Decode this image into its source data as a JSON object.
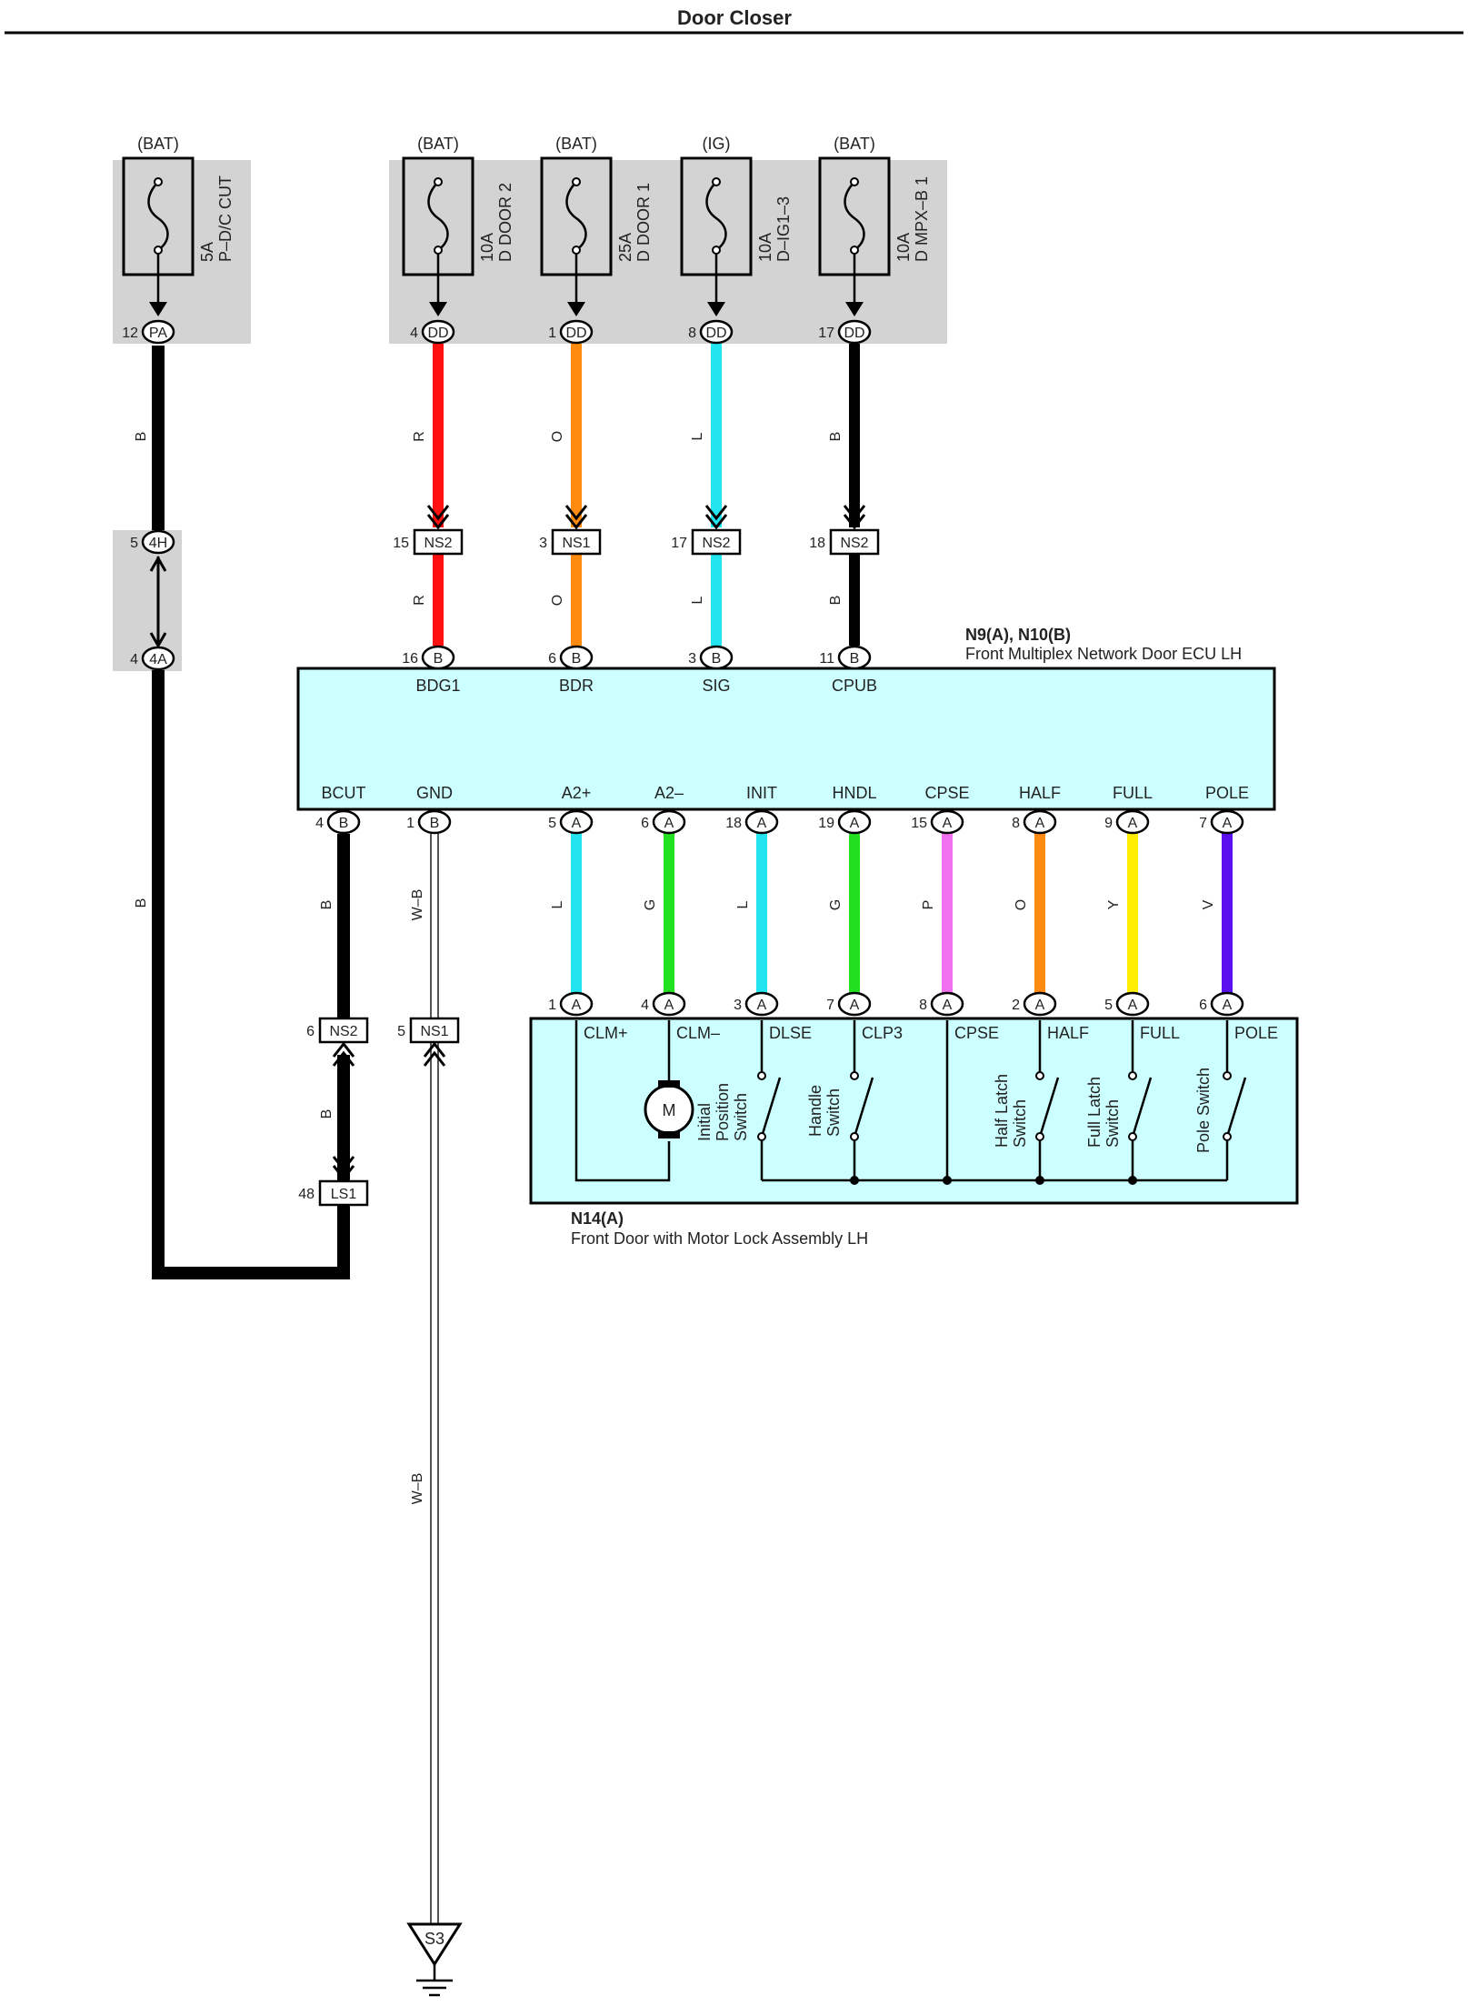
{
  "title": "Door Closer",
  "colors": {
    "shade": "#d3d3d3",
    "ecu_fill": "#ccffff",
    "wire_R": "#ff1010",
    "wire_O": "#ff8a10",
    "wire_L": "#22e5ef",
    "wire_B": "#000000",
    "wire_G": "#20e020",
    "wire_P": "#f070f0",
    "wire_Y": "#ffee00",
    "wire_V": "#5a10ee",
    "wire_WB": "#555555"
  },
  "fuses": [
    {
      "supply": "(BAT)",
      "rating": "5A",
      "name": "P–D/C CUT",
      "pin": "12",
      "connector": "PA"
    },
    {
      "supply": "(BAT)",
      "rating": "10A",
      "name": "D DOOR 2",
      "pin": "4",
      "connector": "DD"
    },
    {
      "supply": "(BAT)",
      "rating": "25A",
      "name": "D DOOR 1",
      "pin": "1",
      "connector": "DD"
    },
    {
      "supply": "(IG)",
      "rating": "10A",
      "name": "D–IG1–3",
      "pin": "8",
      "connector": "DD"
    },
    {
      "supply": "(BAT)",
      "rating": "10A",
      "name": "D MPX–B 1",
      "pin": "17",
      "connector": "DD"
    }
  ],
  "left_branch": {
    "wire_top": "B",
    "conn_4H": {
      "pin": "5",
      "label": "4H"
    },
    "conn_4A": {
      "pin": "4",
      "label": "4A"
    },
    "wire_bottom": "B"
  },
  "upper_wires": [
    {
      "color": "R",
      "mid_pin": "15",
      "mid_conn": "NS2",
      "ecu_pin": "16",
      "ecu_conn": "B",
      "terminal": "BDG1"
    },
    {
      "color": "O",
      "mid_pin": "3",
      "mid_conn": "NS1",
      "ecu_pin": "6",
      "ecu_conn": "B",
      "terminal": "BDR"
    },
    {
      "color": "L",
      "mid_pin": "17",
      "mid_conn": "NS2",
      "ecu_pin": "3",
      "ecu_conn": "B",
      "terminal": "SIG"
    },
    {
      "color": "B",
      "mid_pin": "18",
      "mid_conn": "NS2",
      "ecu_pin": "11",
      "ecu_conn": "B",
      "terminal": "CPUB"
    }
  ],
  "ecu": {
    "code": "N9(A), N10(B)",
    "name": "Front Multiplex Network Door ECU LH"
  },
  "ecu_bottom": [
    {
      "terminal": "BCUT",
      "pin": "4",
      "conn": "B"
    },
    {
      "terminal": "GND",
      "pin": "1",
      "conn": "B"
    },
    {
      "terminal": "A2+",
      "pin": "5",
      "conn": "A"
    },
    {
      "terminal": "A2–",
      "pin": "6",
      "conn": "A"
    },
    {
      "terminal": "INIT",
      "pin": "18",
      "conn": "A"
    },
    {
      "terminal": "HNDL",
      "pin": "19",
      "conn": "A"
    },
    {
      "terminal": "CPSE",
      "pin": "15",
      "conn": "A"
    },
    {
      "terminal": "HALF",
      "pin": "8",
      "conn": "A"
    },
    {
      "terminal": "FULL",
      "pin": "9",
      "conn": "A"
    },
    {
      "terminal": "POLE",
      "pin": "7",
      "conn": "A"
    }
  ],
  "bcut_wire": {
    "color_top": "B",
    "mid_pin": "6",
    "mid_conn": "NS2",
    "color_bottom": "B",
    "low_pin": "48",
    "low_conn": "LS1"
  },
  "gnd_wire": {
    "color_top": "W–B",
    "mid_pin": "5",
    "mid_conn": "NS1",
    "color_bottom": "W–B",
    "ground": "S3"
  },
  "lower_wires": [
    {
      "color": "L",
      "n14_pin": "1",
      "n14_conn": "A",
      "terminal": "CLM+"
    },
    {
      "color": "G",
      "n14_pin": "4",
      "n14_conn": "A",
      "terminal": "CLM–"
    },
    {
      "color": "L",
      "n14_pin": "3",
      "n14_conn": "A",
      "terminal": "DLSE"
    },
    {
      "color": "G",
      "n14_pin": "7",
      "n14_conn": "A",
      "terminal": "CLP3"
    },
    {
      "color": "P",
      "n14_pin": "8",
      "n14_conn": "A",
      "terminal": "CPSE"
    },
    {
      "color": "O",
      "n14_pin": "2",
      "n14_conn": "A",
      "terminal": "HALF"
    },
    {
      "color": "Y",
      "n14_pin": "5",
      "n14_conn": "A",
      "terminal": "FULL"
    },
    {
      "color": "V",
      "n14_pin": "6",
      "n14_conn": "A",
      "terminal": "POLE"
    }
  ],
  "door_lock": {
    "code": "N14(A)",
    "name": "Front Door with Motor Lock Assembly LH",
    "motor": "M",
    "switches": [
      {
        "line1": "Initial",
        "line2": "Position",
        "line3": "Switch"
      },
      {
        "line1": "Handle",
        "line2": "Switch"
      },
      {
        "line1": "Half Latch",
        "line2": "Switch"
      },
      {
        "line1": "Full Latch",
        "line2": "Switch"
      },
      {
        "line1": "Pole Switch"
      }
    ]
  }
}
